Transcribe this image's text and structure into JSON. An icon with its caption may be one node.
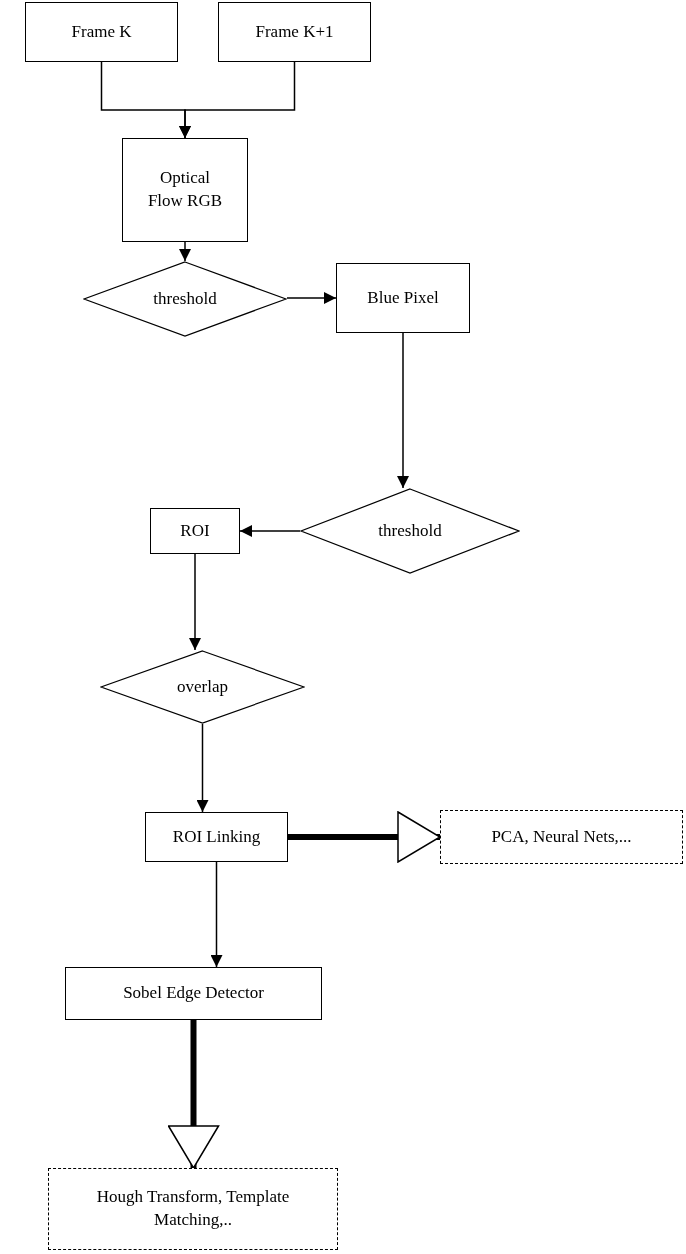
{
  "diagram": {
    "nodes": [
      {
        "text": [
          "Frame K"
        ]
      },
      {
        "text": [
          "Frame K+1"
        ]
      },
      {
        "text": [
          "Optical Flow RGB"
        ]
      },
      {
        "text": [
          "threshold"
        ]
      },
      {
        "text": [
          "Blue Pixel"
        ]
      },
      {
        "text": [
          "threshold"
        ]
      },
      {
        "text": [
          "ROI"
        ]
      },
      {
        "text": [
          "overlap"
        ]
      },
      {
        "text": [
          "ROI Linking"
        ]
      },
      {
        "text": [
          "PCA, Neural Nets,..."
        ]
      },
      {
        "text": [
          "Sobel Edge Detector"
        ]
      },
      {
        "text": [
          "Hough Transform, Template Matching,.."
        ]
      }
    ],
    "edges": [
      {
        "from": 0,
        "to": 2,
        "arrow": "to"
      },
      {
        "from": 1,
        "to": 2,
        "arrow": "to"
      },
      {
        "from": 2,
        "to": 3,
        "arrow": "to"
      },
      {
        "from": 3,
        "to": 4,
        "arrow": "to"
      },
      {
        "from": 4,
        "to": 5,
        "arrow": "to"
      },
      {
        "from": 5,
        "to": 6,
        "arrow": "to"
      },
      {
        "from": 6,
        "to": 7,
        "arrow": "to"
      },
      {
        "from": 7,
        "to": 8,
        "arrow": "to"
      },
      {
        "from": 8,
        "to": 9,
        "arrow": "to",
        "style": "thick"
      },
      {
        "from": 8,
        "to": 10,
        "arrow": "to"
      },
      {
        "from": 10,
        "to": 11,
        "arrow": "to",
        "style": "thick"
      }
    ]
  }
}
